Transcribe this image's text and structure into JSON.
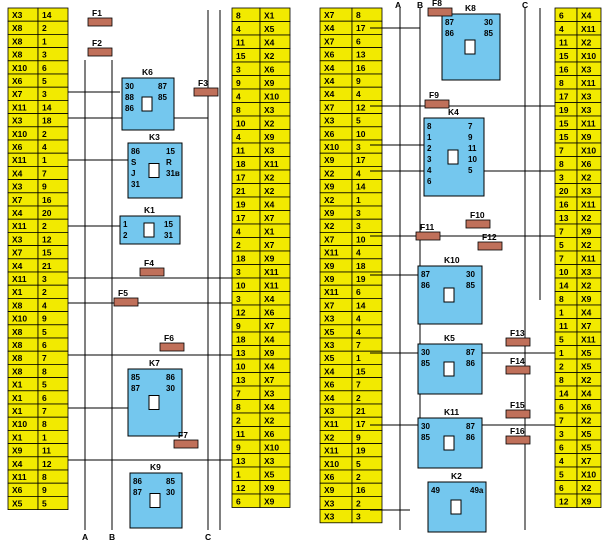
{
  "colors": {
    "connector": "#f2ea00",
    "relay": "#74c7ee",
    "fuse": "#c0705a",
    "wire": "#000000"
  },
  "left_connector_rows": [
    [
      "X3",
      "14"
    ],
    [
      "X8",
      "2"
    ],
    [
      "X8",
      "1"
    ],
    [
      "X8",
      "3"
    ],
    [
      "X10",
      "6"
    ],
    [
      "X6",
      "5"
    ],
    [
      "X7",
      "3"
    ],
    [
      "X11",
      "14"
    ],
    [
      "X3",
      "18"
    ],
    [
      "X10",
      "2"
    ],
    [
      "X6",
      "4"
    ],
    [
      "X11",
      "1"
    ],
    [
      "X4",
      "7"
    ],
    [
      "X3",
      "9"
    ],
    [
      "X7",
      "16"
    ],
    [
      "X4",
      "20"
    ],
    [
      "X11",
      "2"
    ],
    [
      "X3",
      "12"
    ],
    [
      "X7",
      "15"
    ],
    [
      "X4",
      "21"
    ],
    [
      "X11",
      "3"
    ],
    [
      "X1",
      "2"
    ],
    [
      "X8",
      "4"
    ],
    [
      "X10",
      "9"
    ],
    [
      "X8",
      "5"
    ],
    [
      "X8",
      "6"
    ],
    [
      "X8",
      "7"
    ],
    [
      "X8",
      "8"
    ],
    [
      "X1",
      "5"
    ],
    [
      "X1",
      "6"
    ],
    [
      "X1",
      "7"
    ],
    [
      "X10",
      "8"
    ],
    [
      "X1",
      "1"
    ],
    [
      "X9",
      "11"
    ],
    [
      "X4",
      "12"
    ],
    [
      "X11",
      "8"
    ],
    [
      "X6",
      "9"
    ],
    [
      "X5",
      "5"
    ]
  ],
  "middle_left_connector_rows": [
    [
      "8",
      "X1"
    ],
    [
      "4",
      "X5"
    ],
    [
      "11",
      "X4"
    ],
    [
      "15",
      "X2"
    ],
    [
      "3",
      "X6"
    ],
    [
      "9",
      "X9"
    ],
    [
      "4",
      "X10"
    ],
    [
      "8",
      "X3"
    ],
    [
      "10",
      "X2"
    ],
    [
      "4",
      "X9"
    ],
    [
      "11",
      "X3"
    ],
    [
      "18",
      "X11"
    ],
    [
      "17",
      "X2"
    ],
    [
      "21",
      "X2"
    ],
    [
      "19",
      "X4"
    ],
    [
      "17",
      "X7"
    ],
    [
      "4",
      "X1"
    ],
    [
      "2",
      "X7"
    ],
    [
      "18",
      "X9"
    ],
    [
      "3",
      "X11"
    ],
    [
      "10",
      "X11"
    ],
    [
      "3",
      "X4"
    ],
    [
      "12",
      "X6"
    ],
    [
      "9",
      "X7"
    ],
    [
      "18",
      "X4"
    ],
    [
      "13",
      "X9"
    ],
    [
      "10",
      "X4"
    ],
    [
      "13",
      "X7"
    ],
    [
      "7",
      "X3"
    ],
    [
      "8",
      "X4"
    ],
    [
      "2",
      "X2"
    ],
    [
      "11",
      "X6"
    ],
    [
      "9",
      "X10"
    ],
    [
      "13",
      "X3"
    ],
    [
      "1",
      "X5"
    ],
    [
      "12",
      "X9"
    ],
    [
      "6",
      "X9"
    ]
  ],
  "middle_right_connector_rows": [
    [
      "X7",
      "8"
    ],
    [
      "X4",
      "17"
    ],
    [
      "X7",
      "6"
    ],
    [
      "X6",
      "13"
    ],
    [
      "X4",
      "16"
    ],
    [
      "X4",
      "9"
    ],
    [
      "X4",
      "4"
    ],
    [
      "X7",
      "12"
    ],
    [
      "X3",
      "5"
    ],
    [
      "X6",
      "10"
    ],
    [
      "X10",
      "3"
    ],
    [
      "X9",
      "17"
    ],
    [
      "X2",
      "4"
    ],
    [
      "X9",
      "14"
    ],
    [
      "X2",
      "1"
    ],
    [
      "X9",
      "3"
    ],
    [
      "X2",
      "3"
    ],
    [
      "X7",
      "10"
    ],
    [
      "X11",
      "4"
    ],
    [
      "X9",
      "18"
    ],
    [
      "X9",
      "19"
    ],
    [
      "X11",
      "6"
    ],
    [
      "X7",
      "14"
    ],
    [
      "X3",
      "4"
    ],
    [
      "X5",
      "4"
    ],
    [
      "X3",
      "7"
    ],
    [
      "X5",
      "1"
    ],
    [
      "X4",
      "15"
    ],
    [
      "X6",
      "7"
    ],
    [
      "X4",
      "2"
    ],
    [
      "X3",
      "21"
    ],
    [
      "X11",
      "17"
    ],
    [
      "X2",
      "9"
    ],
    [
      "X11",
      "19"
    ],
    [
      "X10",
      "5"
    ],
    [
      "X6",
      "2"
    ],
    [
      "X9",
      "16"
    ],
    [
      "X3",
      "2"
    ],
    [
      "X3",
      "3"
    ]
  ],
  "right_connector_rows": [
    [
      "6",
      "X4"
    ],
    [
      "4",
      "X11"
    ],
    [
      "11",
      "X2"
    ],
    [
      "15",
      "X10"
    ],
    [
      "16",
      "X3"
    ],
    [
      "8",
      "X11"
    ],
    [
      "17",
      "X3"
    ],
    [
      "19",
      "X3"
    ],
    [
      "15",
      "X11"
    ],
    [
      "15",
      "X9"
    ],
    [
      "7",
      "X10"
    ],
    [
      "8",
      "X6"
    ],
    [
      "3",
      "X2"
    ],
    [
      "20",
      "X3"
    ],
    [
      "16",
      "X11"
    ],
    [
      "13",
      "X2"
    ],
    [
      "7",
      "X9"
    ],
    [
      "5",
      "X2"
    ],
    [
      "7",
      "X11"
    ],
    [
      "10",
      "X3"
    ],
    [
      "14",
      "X2"
    ],
    [
      "8",
      "X9"
    ],
    [
      "1",
      "X4"
    ],
    [
      "11",
      "X7"
    ],
    [
      "5",
      "X11"
    ],
    [
      "1",
      "X5"
    ],
    [
      "2",
      "X5"
    ],
    [
      "8",
      "X2"
    ],
    [
      "14",
      "X4"
    ],
    [
      "6",
      "X6"
    ],
    [
      "7",
      "X2"
    ],
    [
      "3",
      "X5"
    ],
    [
      "6",
      "X5"
    ],
    [
      "4",
      "X7"
    ],
    [
      "5",
      "X10"
    ],
    [
      "6",
      "X2"
    ],
    [
      "12",
      "X9"
    ]
  ],
  "relays": {
    "K6": {
      "label": "K6",
      "pins": [
        "30",
        "87",
        "88",
        "85",
        "86"
      ]
    },
    "K3": {
      "label": "K3",
      "pins": [
        "86",
        "15",
        "S",
        "R",
        "J",
        "31в",
        "31"
      ]
    },
    "K1": {
      "label": "K1",
      "pins": [
        "1",
        "15",
        "2",
        "31"
      ]
    },
    "K7": {
      "label": "K7",
      "pins": [
        "85",
        "86",
        "87",
        "30"
      ]
    },
    "K9": {
      "label": "K9",
      "pins": [
        "86",
        "85",
        "87",
        "30"
      ]
    },
    "K8": {
      "label": "K8",
      "pins": [
        "87",
        "30",
        "86",
        "85"
      ]
    },
    "K4": {
      "label": "K4",
      "pins": [
        "8",
        "7",
        "1",
        "9",
        "2",
        "11",
        "3",
        "10",
        "4",
        "5",
        "6"
      ]
    },
    "K10": {
      "label": "K10",
      "pins": [
        "87",
        "30",
        "86",
        "85"
      ]
    },
    "K5": {
      "label": "K5",
      "pins": [
        "30",
        "87",
        "85",
        "86"
      ]
    },
    "K11": {
      "label": "K11",
      "pins": [
        "30",
        "87",
        "85",
        "86"
      ]
    },
    "K2": {
      "label": "K2",
      "pins": [
        "49",
        "49a"
      ]
    }
  },
  "fuses": [
    "F1",
    "F2",
    "F3",
    "F4",
    "F5",
    "F6",
    "F7",
    "F8",
    "F9",
    "F10",
    "F11",
    "F12",
    "F13",
    "F14",
    "F15",
    "F16"
  ],
  "bus_labels": {
    "left": [
      "A",
      "B",
      "C"
    ],
    "right": [
      "A",
      "B",
      "C"
    ]
  }
}
